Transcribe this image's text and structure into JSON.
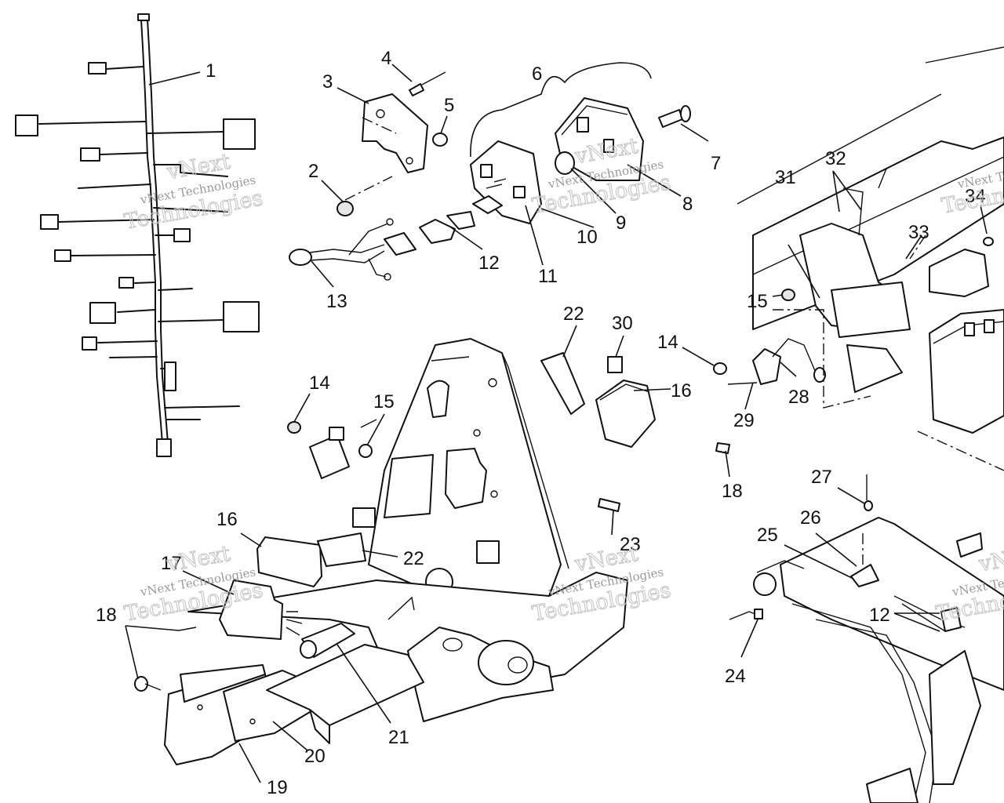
{
  "watermark": {
    "line1": "vNext Technologies",
    "line2": "Technologies",
    "vnext": "vNext"
  },
  "callouts": [
    "1",
    "2",
    "3",
    "4",
    "5",
    "6",
    "7",
    "8",
    "9",
    "10",
    "11",
    "12",
    "13",
    "14",
    "15",
    "16",
    "17",
    "18",
    "19",
    "20",
    "21",
    "22",
    "23",
    "24",
    "25",
    "26",
    "27",
    "28",
    "29",
    "30",
    "31",
    "32",
    "33",
    "34"
  ]
}
